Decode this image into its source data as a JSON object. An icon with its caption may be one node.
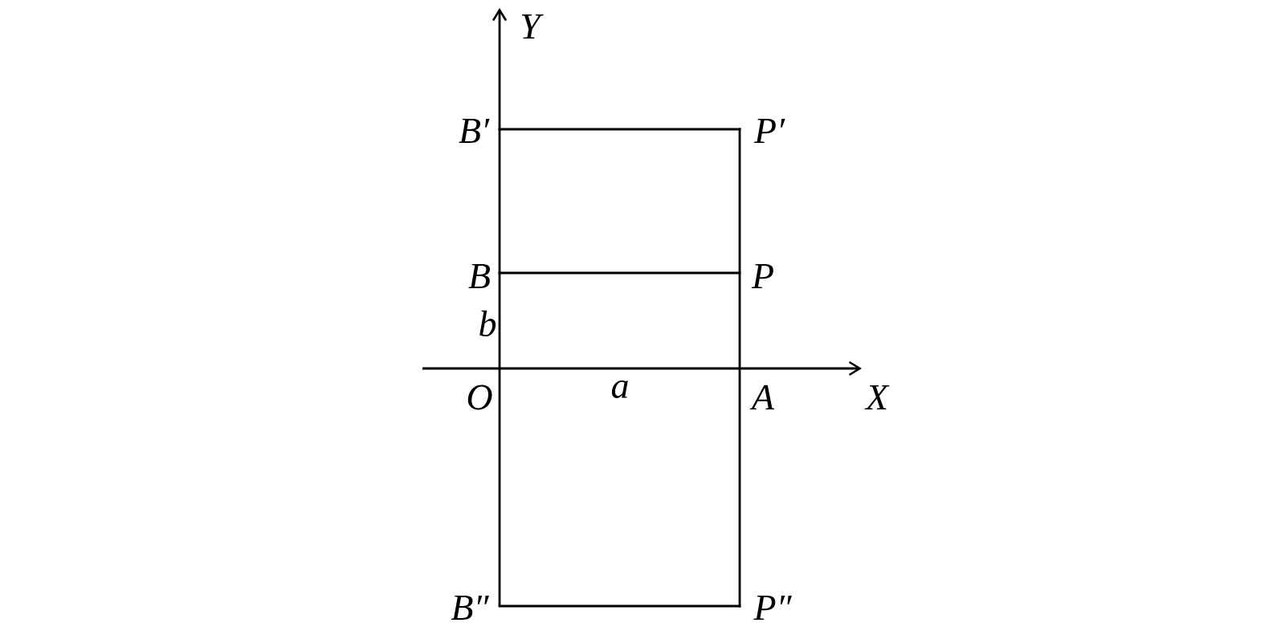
{
  "diagram": {
    "labels": [
      "Y",
      "B′",
      "P′",
      "B",
      "P",
      "b",
      "O",
      "a",
      "A",
      "X",
      "B″",
      "P″"
    ]
  }
}
